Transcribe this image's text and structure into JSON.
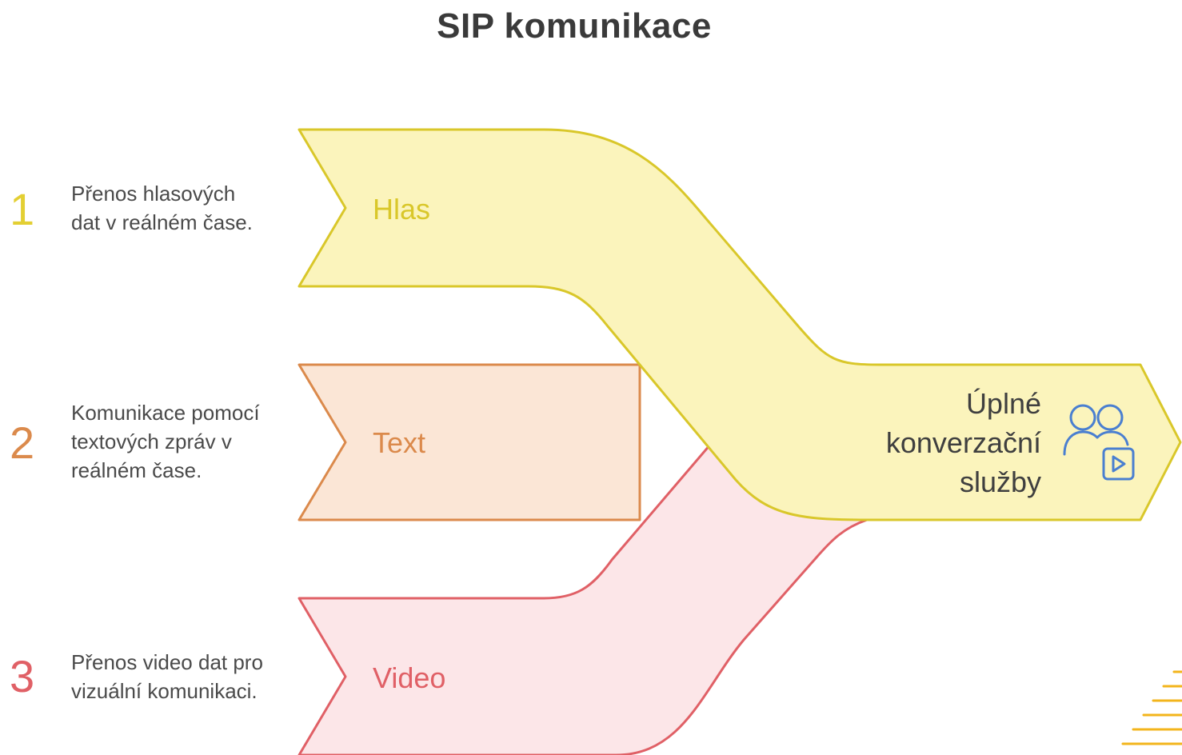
{
  "title": "SIP komunikace",
  "colors": {
    "hlas": "#d9c72a",
    "hlas_fill": "#fbf4bc",
    "text": "#db8a4c",
    "text_fill": "#fbe6d6",
    "video": "#e06066",
    "video_fill": "#fce6e8",
    "icon": "#4a7fd0",
    "deco": "#f3b51c"
  },
  "steps": [
    {
      "number": "1",
      "description_line1": "Přenos hlasových",
      "description_line2": "dat v reálném čase.",
      "description_line3": "",
      "label": "Hlas"
    },
    {
      "number": "2",
      "description_line1": "Komunikace pomocí",
      "description_line2": "textových zpráv v",
      "description_line3": "reálném čase.",
      "label": "Text"
    },
    {
      "number": "3",
      "description_line1": "Přenos video dat pro",
      "description_line2": "vizuální komunikaci.",
      "description_line3": "",
      "label": "Video"
    }
  ],
  "target": {
    "line1": "Úplné",
    "line2": "konverzační",
    "line3": "služby",
    "icon": "users-video-icon"
  }
}
